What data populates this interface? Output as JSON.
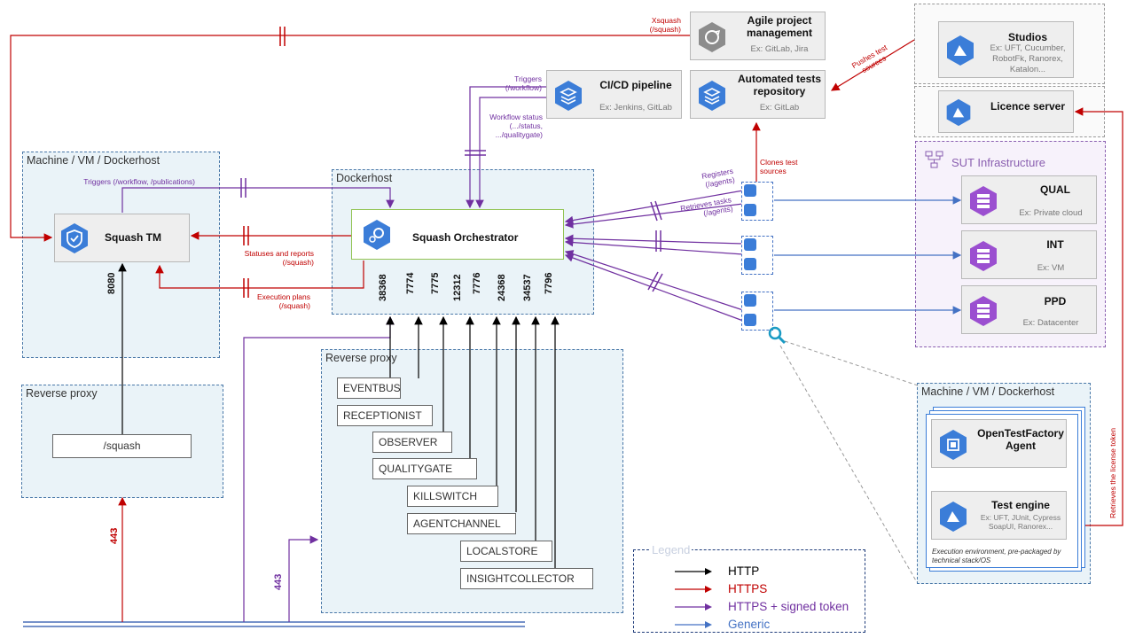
{
  "zones": {
    "machine_left": "Machine / VM / Dockerhost",
    "reverse_proxy_left": "Reverse proxy",
    "dockerhost": "Dockerhost",
    "reverse_proxy_center": "Reverse proxy",
    "sut": "SUT Infrastructure",
    "machine_right": "Machine / VM / Dockerhost"
  },
  "boxes": {
    "squash_tm": "Squash TM",
    "orchestrator": "Squash Orchestrator",
    "squash_path": "/squash",
    "agile": {
      "title": "Agile project management",
      "sub": "Ex: GitLab, Jira"
    },
    "cicd": {
      "title": "CI/CD pipeline",
      "sub": "Ex: Jenkins, GitLab"
    },
    "repo": {
      "title": "Automated tests repository",
      "sub": "Ex: GitLab"
    },
    "studios": {
      "title": "Studios",
      "sub": "Ex: UFT, Cucumber, RobotFk, Ranorex, Katalon..."
    },
    "licence": "Licence server",
    "qual": {
      "title": "QUAL",
      "sub": "Ex: Private cloud"
    },
    "int": {
      "title": "INT",
      "sub": "Ex: VM"
    },
    "ppd": {
      "title": "PPD",
      "sub": "Ex: Datacenter"
    },
    "agent": "OpenTestFactory Agent",
    "engine": {
      "title": "Test engine",
      "sub": "Ex: UFT, JUnit, Cypress SoapUI, Ranorex..."
    },
    "exec_env": "Execution environment, pre-packaged by technical stack/OS"
  },
  "services": [
    "EVENTBUS",
    "RECEPTIONIST",
    "OBSERVER",
    "QUALITYGATE",
    "KILLSWITCH",
    "AGENTCHANNEL",
    "LOCALSTORE",
    "INSIGHTCOLLECTOR"
  ],
  "ports": [
    "38368",
    "7774",
    "7775",
    "12312",
    "7776",
    "24368",
    "34537",
    "7796"
  ],
  "port_labels": {
    "tm": "8080",
    "https_left": "443",
    "https_center": "443"
  },
  "labels": {
    "xsquash": "Xsquash (/squash)",
    "triggers_workflow": "Triggers (/workflow)",
    "workflow_status": "Workflow status (.../status, .../qualitygate)",
    "triggers_tm": "Triggers (/workflow, /publications)",
    "statuses": "Statuses and reports (/squash)",
    "exec_plans": "Execution plans (/squash)",
    "clones": "Clones test sources",
    "pushes": "Pushes test sources",
    "registers": "Registers (/agents)",
    "retrieves_tasks": "Retrieves tasks (/agents)",
    "licence_token": "Retrieves the license token"
  },
  "legend": {
    "title": "Legend",
    "items": [
      {
        "label": "HTTP",
        "color": "#000000"
      },
      {
        "label": "HTTPS",
        "color": "#c00000"
      },
      {
        "label": "HTTPS + signed token",
        "color": "#7030a0"
      },
      {
        "label": "Generic",
        "color": "#4472c4"
      }
    ]
  },
  "colors": {
    "http": "#000000",
    "https": "#c00000",
    "signed": "#7030a0",
    "generic": "#4472c4",
    "hex_blue": "#3b7dd8",
    "hex_purple": "#9b4fd0"
  }
}
